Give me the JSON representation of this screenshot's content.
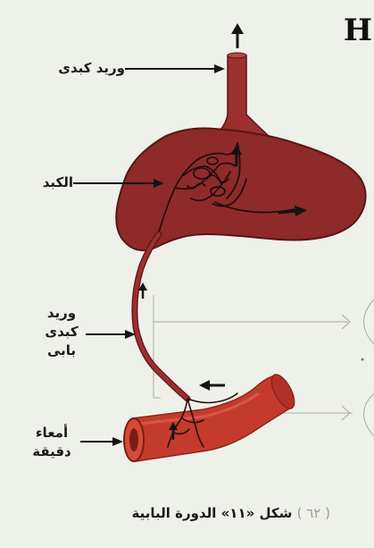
{
  "corner_letter": "H",
  "labels": {
    "hepatic_vein": "وريد كبدى",
    "liver": "الكبد",
    "portal_vein": [
      "وريد",
      "كبدى",
      "بابى"
    ],
    "small_intestine": [
      "أمعاء",
      "دقيقة"
    ]
  },
  "caption": {
    "ref": "( ٦٢ )",
    "text": "شكل «١١» الدورة البابية"
  },
  "colors": {
    "liver": "#8e2a2a",
    "liver_outline": "#5a1515",
    "vessel": "#9c2f2f",
    "intestine": "#c43b2e",
    "intestine_dark": "#8d2418",
    "arrow": "#141414",
    "guide": "#a9aaa6"
  }
}
